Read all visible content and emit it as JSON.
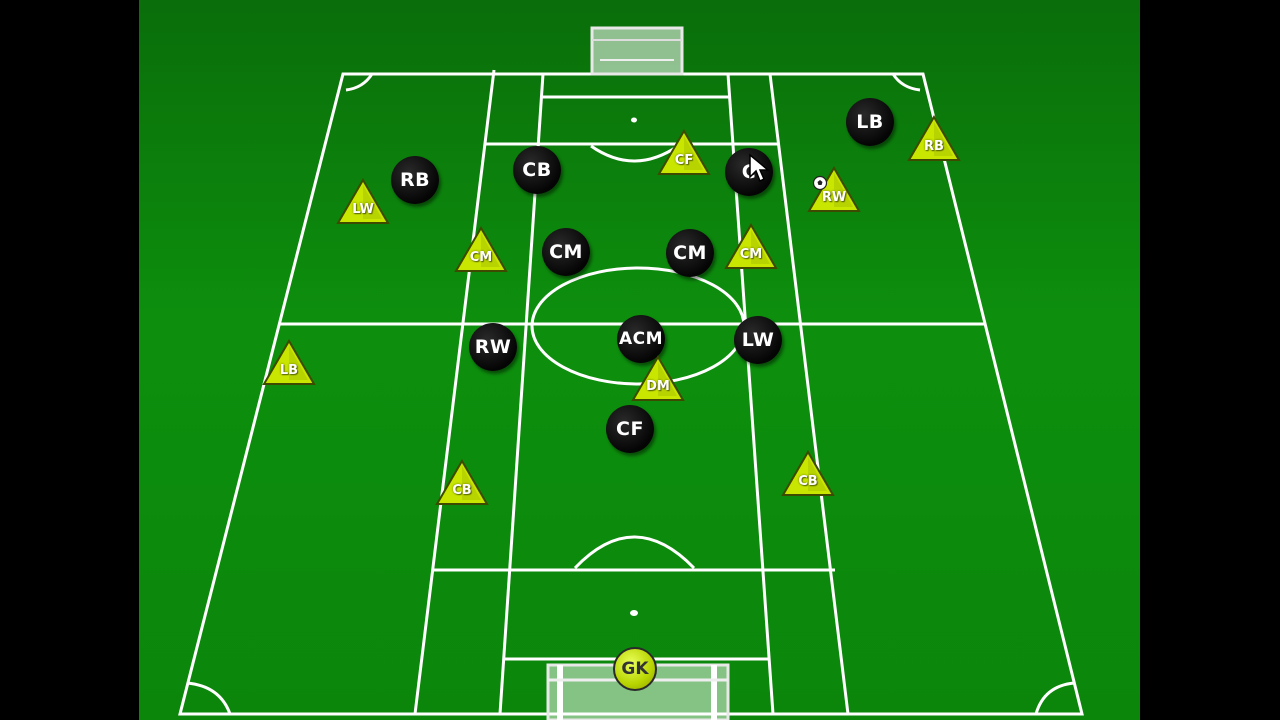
{
  "colors": {
    "pitch_top": "#0a6e0a",
    "pitch_bottom": "#0b860b",
    "lines": "#ffffff",
    "team_a": "#000000",
    "team_b": "#c8e600"
  },
  "team_black": {
    "lb": "LB",
    "rb": "RB",
    "cb1": "CB",
    "cb2": "C",
    "cm1": "CM",
    "cm2": "CM",
    "rw": "RW",
    "acm": "ACM",
    "lw": "LW",
    "cf": "CF"
  },
  "team_yellow": {
    "cf": "CF",
    "rb": "RB",
    "lw": "LW",
    "rw": "RW",
    "cm1": "CM",
    "cm2": "CM",
    "lb": "LB",
    "dm": "DM",
    "cb1": "CB",
    "cb2": "CB",
    "gk": "GK"
  },
  "icons": {
    "cursor": "arrow-cursor-icon",
    "ball": "soccer-ball-icon"
  }
}
